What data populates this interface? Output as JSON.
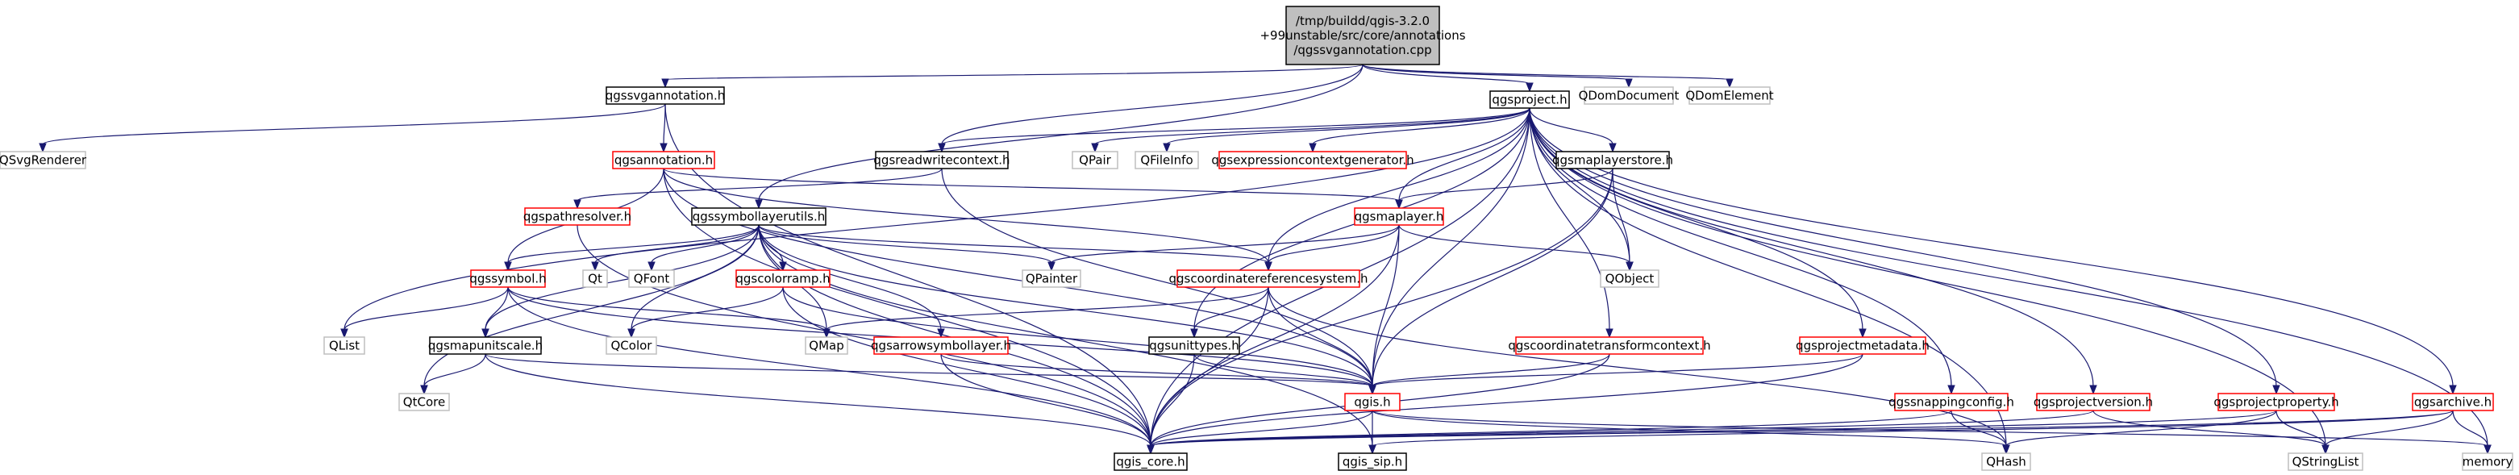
{
  "graph": {
    "root": "/tmp/buildd/qgis-3.2.0\n+99unstable/src/core/annotations\n/qgssvgannotation.cpp",
    "colors": {
      "root_fill": "#bfbfbf",
      "node_border": "#000000",
      "link_border": "#ff0000",
      "external_border": "#bfbfbf",
      "edge": "#191970"
    },
    "nodes": [
      {
        "id": "root",
        "label": "/tmp/buildd/qgis-3.2.0\n+99unstable/src/core/annotations\n/qgssvgannotation.cpp",
        "kind": "root"
      },
      {
        "id": "qgssvgannotation_h",
        "label": "qgssvgannotation.h",
        "kind": "normal"
      },
      {
        "id": "qgsproject_h",
        "label": "qgsproject.h",
        "kind": "normal"
      },
      {
        "id": "QDomDocument",
        "label": "QDomDocument",
        "kind": "external"
      },
      {
        "id": "QDomElement",
        "label": "QDomElement",
        "kind": "external"
      },
      {
        "id": "QSvgRenderer",
        "label": "QSvgRenderer",
        "kind": "external"
      },
      {
        "id": "qgsannotation_h",
        "label": "qgsannotation.h",
        "kind": "linked"
      },
      {
        "id": "qgsreadwritecontext_h",
        "label": "qgsreadwritecontext.h",
        "kind": "normal"
      },
      {
        "id": "QPair",
        "label": "QPair",
        "kind": "external"
      },
      {
        "id": "QFileInfo",
        "label": "QFileInfo",
        "kind": "external"
      },
      {
        "id": "qgsexpressioncontextgenerator_h",
        "label": "qgsexpressioncontextgenerator.h",
        "kind": "linked"
      },
      {
        "id": "qgsmaplayerstore_h",
        "label": "qgsmaplayerstore.h",
        "kind": "normal"
      },
      {
        "id": "qgspathresolver_h",
        "label": "qgspathresolver.h",
        "kind": "linked"
      },
      {
        "id": "qgssymbollayerutils_h",
        "label": "qgssymbollayerutils.h",
        "kind": "normal"
      },
      {
        "id": "qgsmaplayer_h",
        "label": "qgsmaplayer.h",
        "kind": "linked"
      },
      {
        "id": "qgssymbol_h",
        "label": "qgssymbol.h",
        "kind": "linked"
      },
      {
        "id": "Qt",
        "label": "Qt",
        "kind": "external"
      },
      {
        "id": "QFont",
        "label": "QFont",
        "kind": "external"
      },
      {
        "id": "qgscolorramp_h",
        "label": "qgscolorramp.h",
        "kind": "linked"
      },
      {
        "id": "QPainter",
        "label": "QPainter",
        "kind": "external"
      },
      {
        "id": "qgscoordinatereferencesystem_h",
        "label": "qgscoordinatereferencesystem.h",
        "kind": "linked"
      },
      {
        "id": "QObject",
        "label": "QObject",
        "kind": "external"
      },
      {
        "id": "QList",
        "label": "QList",
        "kind": "external"
      },
      {
        "id": "qgsmapunitscale_h",
        "label": "qgsmapunitscale.h",
        "kind": "normal"
      },
      {
        "id": "QColor",
        "label": "QColor",
        "kind": "external"
      },
      {
        "id": "QMap",
        "label": "QMap",
        "kind": "external"
      },
      {
        "id": "qgsarrowsymbollayer_h",
        "label": "qgsarrowsymbollayer.h",
        "kind": "linked"
      },
      {
        "id": "qgsunittypes_h",
        "label": "qgsunittypes.h",
        "kind": "normal"
      },
      {
        "id": "qgscoordinatetransformcontext_h",
        "label": "qgscoordinatetransformcontext.h",
        "kind": "linked"
      },
      {
        "id": "qgsprojectmetadata_h",
        "label": "qgsprojectmetadata.h",
        "kind": "linked"
      },
      {
        "id": "QtCore",
        "label": "QtCore",
        "kind": "external"
      },
      {
        "id": "qgis_h",
        "label": "qgis.h",
        "kind": "linked"
      },
      {
        "id": "qgssnappingconfig_h",
        "label": "qgssnappingconfig.h",
        "kind": "linked"
      },
      {
        "id": "qgsprojectversion_h",
        "label": "qgsprojectversion.h",
        "kind": "linked"
      },
      {
        "id": "qgsprojectproperty_h",
        "label": "qgsprojectproperty.h",
        "kind": "linked"
      },
      {
        "id": "qgsarchive_h",
        "label": "qgsarchive.h",
        "kind": "linked"
      },
      {
        "id": "qgis_core_h",
        "label": "qgis_core.h",
        "kind": "normal"
      },
      {
        "id": "qgis_sip_h",
        "label": "qgis_sip.h",
        "kind": "normal"
      },
      {
        "id": "QHash",
        "label": "QHash",
        "kind": "external"
      },
      {
        "id": "QStringList",
        "label": "QStringList",
        "kind": "external"
      },
      {
        "id": "memory",
        "label": "memory",
        "kind": "external"
      }
    ],
    "edges": [
      [
        "root",
        "qgssvgannotation_h"
      ],
      [
        "root",
        "qgsproject_h"
      ],
      [
        "root",
        "QDomDocument"
      ],
      [
        "root",
        "QDomElement"
      ],
      [
        "root",
        "qgsreadwritecontext_h"
      ],
      [
        "root",
        "qgssymbollayerutils_h"
      ],
      [
        "qgssvgannotation_h",
        "QSvgRenderer"
      ],
      [
        "qgssvgannotation_h",
        "qgsannotation_h"
      ],
      [
        "qgssvgannotation_h",
        "qgis_core_h"
      ],
      [
        "qgsproject_h",
        "qgsreadwritecontext_h"
      ],
      [
        "qgsproject_h",
        "QPair"
      ],
      [
        "qgsproject_h",
        "QFileInfo"
      ],
      [
        "qgsproject_h",
        "qgsexpressioncontextgenerator_h"
      ],
      [
        "qgsproject_h",
        "qgsmaplayerstore_h"
      ],
      [
        "qgsproject_h",
        "qgsmaplayer_h"
      ],
      [
        "qgsproject_h",
        "qgscoordinatereferencesystem_h"
      ],
      [
        "qgsproject_h",
        "QObject"
      ],
      [
        "qgsproject_h",
        "QList"
      ],
      [
        "qgsproject_h",
        "qgsunittypes_h"
      ],
      [
        "qgsproject_h",
        "qgscoordinatetransformcontext_h"
      ],
      [
        "qgsproject_h",
        "qgsprojectmetadata_h"
      ],
      [
        "qgsproject_h",
        "qgis_h"
      ],
      [
        "qgsproject_h",
        "qgssnappingconfig_h"
      ],
      [
        "qgsproject_h",
        "qgsprojectversion_h"
      ],
      [
        "qgsproject_h",
        "qgsprojectproperty_h"
      ],
      [
        "qgsproject_h",
        "qgsarchive_h"
      ],
      [
        "qgsproject_h",
        "qgis_core_h"
      ],
      [
        "qgsproject_h",
        "QHash"
      ],
      [
        "qgsproject_h",
        "QStringList"
      ],
      [
        "qgsproject_h",
        "memory"
      ],
      [
        "qgsannotation_h",
        "qgsmaplayer_h"
      ],
      [
        "qgsannotation_h",
        "qgssymbol_h"
      ],
      [
        "qgsannotation_h",
        "qgscoordinatereferencesystem_h"
      ],
      [
        "qgsannotation_h",
        "qgis_h"
      ],
      [
        "qgsannotation_h",
        "qgis_core_h"
      ],
      [
        "qgsreadwritecontext_h",
        "qgspathresolver_h"
      ],
      [
        "qgsreadwritecontext_h",
        "qgis_h"
      ],
      [
        "qgspathresolver_h",
        "qgis_core_h"
      ],
      [
        "qgsmaplayerstore_h",
        "qgsmaplayer_h"
      ],
      [
        "qgsmaplayerstore_h",
        "QObject"
      ],
      [
        "qgsmaplayerstore_h",
        "qgis_h"
      ],
      [
        "qgsmaplayerstore_h",
        "qgis_core_h"
      ],
      [
        "qgsmaplayer_h",
        "QPainter"
      ],
      [
        "qgsmaplayer_h",
        "qgscoordinatereferencesystem_h"
      ],
      [
        "qgsmaplayer_h",
        "QObject"
      ],
      [
        "qgsmaplayer_h",
        "qgis_h"
      ],
      [
        "qgsmaplayer_h",
        "qgis_core_h"
      ],
      [
        "qgssymbollayerutils_h",
        "qgssymbol_h"
      ],
      [
        "qgssymbollayerutils_h",
        "Qt"
      ],
      [
        "qgssymbollayerutils_h",
        "QFont"
      ],
      [
        "qgssymbollayerutils_h",
        "qgscolorramp_h"
      ],
      [
        "qgssymbollayerutils_h",
        "QPainter"
      ],
      [
        "qgssymbollayerutils_h",
        "qgsmapunitscale_h"
      ],
      [
        "qgssymbollayerutils_h",
        "QColor"
      ],
      [
        "qgssymbollayerutils_h",
        "QMap"
      ],
      [
        "qgssymbollayerutils_h",
        "qgsarrowsymbollayer_h"
      ],
      [
        "qgssymbollayerutils_h",
        "QtCore"
      ],
      [
        "qgssymbollayerutils_h",
        "qgis_h"
      ],
      [
        "qgssymbollayerutils_h",
        "qgis_core_h"
      ],
      [
        "qgssymbollayerutils_h",
        "qgis_sip_h"
      ],
      [
        "qgssymbollayerutils_h",
        "qgscoordinatereferencesystem_h"
      ],
      [
        "qgssymbol_h",
        "QList"
      ],
      [
        "qgssymbol_h",
        "QMap"
      ],
      [
        "qgssymbol_h",
        "qgsmapunitscale_h"
      ],
      [
        "qgssymbol_h",
        "qgis_h"
      ],
      [
        "qgssymbol_h",
        "qgis_core_h"
      ],
      [
        "qgscolorramp_h",
        "QColor"
      ],
      [
        "qgscolorramp_h",
        "qgis_h"
      ],
      [
        "qgscolorramp_h",
        "qgis_core_h"
      ],
      [
        "qgscoordinatereferencesystem_h",
        "QMap"
      ],
      [
        "qgscoordinatereferencesystem_h",
        "qgsunittypes_h"
      ],
      [
        "qgscoordinatereferencesystem_h",
        "qgis_h"
      ],
      [
        "qgscoordinatereferencesystem_h",
        "qgis_core_h"
      ],
      [
        "qgscoordinatereferencesystem_h",
        "QHash"
      ],
      [
        "qgsmapunitscale_h",
        "QtCore"
      ],
      [
        "qgsmapunitscale_h",
        "qgis_h"
      ],
      [
        "qgsmapunitscale_h",
        "qgis_core_h"
      ],
      [
        "qgsarrowsymbollayer_h",
        "qgis_h"
      ],
      [
        "qgsarrowsymbollayer_h",
        "qgis_core_h"
      ],
      [
        "qgsunittypes_h",
        "qgis_h"
      ],
      [
        "qgsunittypes_h",
        "qgis_core_h"
      ],
      [
        "qgscoordinatetransformcontext_h",
        "qgis_h"
      ],
      [
        "qgscoordinatetransformcontext_h",
        "qgis_core_h"
      ],
      [
        "qgsprojectmetadata_h",
        "qgis_h"
      ],
      [
        "qgsprojectmetadata_h",
        "qgis_core_h"
      ],
      [
        "qgis_h",
        "qgis_core_h"
      ],
      [
        "qgis_h",
        "qgis_sip_h"
      ],
      [
        "qgis_h",
        "QHash"
      ],
      [
        "qgis_h",
        "memory"
      ],
      [
        "qgssnappingconfig_h",
        "qgis_core_h"
      ],
      [
        "qgssnappingconfig_h",
        "QHash"
      ],
      [
        "qgsprojectversion_h",
        "qgis_core_h"
      ],
      [
        "qgsprojectversion_h",
        "QStringList"
      ],
      [
        "qgsprojectproperty_h",
        "qgis_core_h"
      ],
      [
        "qgsprojectproperty_h",
        "QHash"
      ],
      [
        "qgsprojectproperty_h",
        "QStringList"
      ],
      [
        "qgsarchive_h",
        "qgis_core_h"
      ],
      [
        "qgsarchive_h",
        "qgis_sip_h"
      ],
      [
        "qgsarchive_h",
        "QStringList"
      ],
      [
        "qgsarchive_h",
        "memory"
      ]
    ]
  }
}
